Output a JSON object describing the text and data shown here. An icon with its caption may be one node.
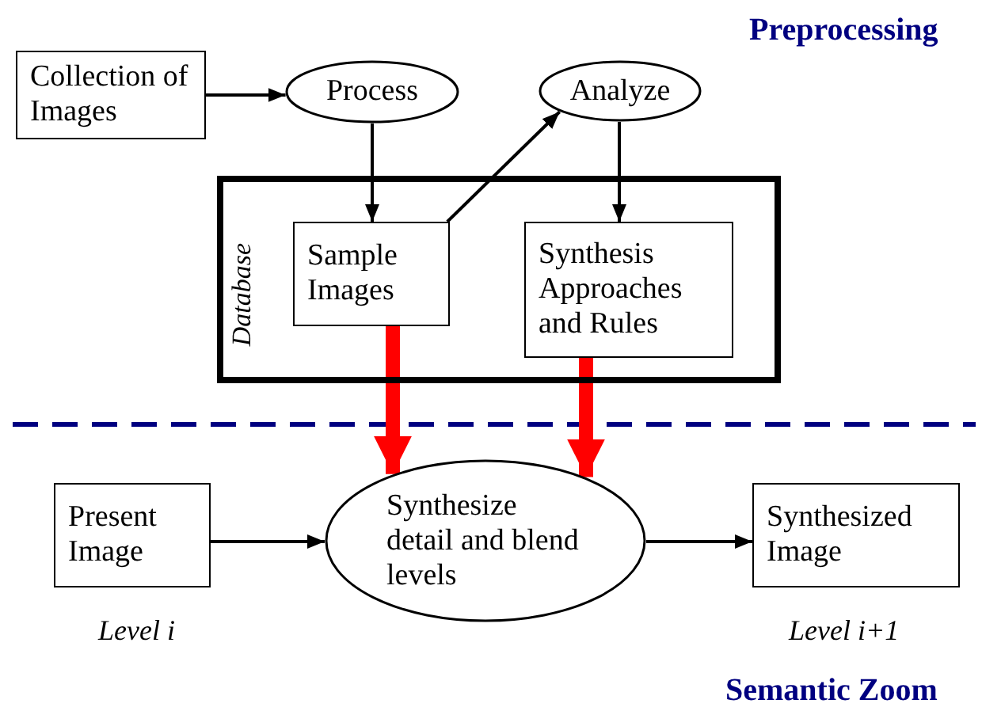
{
  "diagram": {
    "nodes": [
      {
        "text": [
          "Collection of Images"
        ]
      },
      {
        "text": [
          "Process"
        ]
      },
      {
        "text": [
          "Analyze"
        ]
      },
      {
        "text": [
          "Database"
        ]
      },
      {
        "text": [
          "Sample Images"
        ],
        "in": 3
      },
      {
        "text": [
          "Synthesis Approaches and Rules"
        ],
        "in": 3
      },
      {
        "text": [
          "Present Image"
        ],
        "beside": [
          "Level i"
        ]
      },
      {
        "text": [
          "Synthesize detail and blend levels"
        ]
      },
      {
        "text": [
          "Synthesized Image"
        ],
        "beside": [
          "Level i+1"
        ]
      }
    ],
    "edges": [
      {
        "from": 0,
        "to": 1,
        "arrow": "to"
      },
      {
        "from": 1,
        "to": 4,
        "arrow": "to"
      },
      {
        "from": 4,
        "to": 2,
        "arrow": "to"
      },
      {
        "from": 2,
        "to": 5,
        "arrow": "to"
      },
      {
        "from": 4,
        "to": 7,
        "arrow": "to",
        "style": "thick",
        "color": "#ff0000"
      },
      {
        "from": 5,
        "to": 7,
        "arrow": "to",
        "style": "thick",
        "color": "#ff0000"
      },
      {
        "from": 6,
        "to": 7,
        "arrow": "to"
      },
      {
        "from": 7,
        "to": 8,
        "arrow": "to"
      }
    ],
    "labels": [
      "Preprocessing",
      "Semantic Zoom"
    ]
  }
}
